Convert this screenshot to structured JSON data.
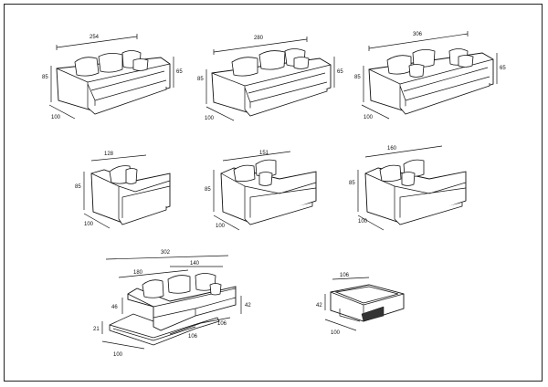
{
  "sofas": [
    {
      "id": "sofa-3-seater-254",
      "width": "254",
      "height": "85",
      "seat_height": "65",
      "depth": "100"
    },
    {
      "id": "sofa-3-seater-280",
      "width": "280",
      "height": "85",
      "seat_height": "65",
      "depth": "100"
    },
    {
      "id": "sofa-3-seater-306",
      "width": "306",
      "height": "85",
      "seat_height": "65",
      "depth": "100"
    },
    {
      "id": "module-128",
      "width": "128",
      "height": "85",
      "depth": "100"
    },
    {
      "id": "module-151",
      "width": "151",
      "height": "85",
      "depth": "100"
    },
    {
      "id": "module-160",
      "width": "160",
      "height": "85",
      "depth": "100"
    }
  ],
  "corner": {
    "total_width": "302",
    "back_width": "180",
    "mid_width": "140",
    "arm_height": "46",
    "side_height": "42",
    "base_height": "21",
    "depth": "100",
    "front_length": "106",
    "side_length": "106"
  },
  "ottoman": {
    "width": "106",
    "height": "42",
    "depth": "100"
  }
}
